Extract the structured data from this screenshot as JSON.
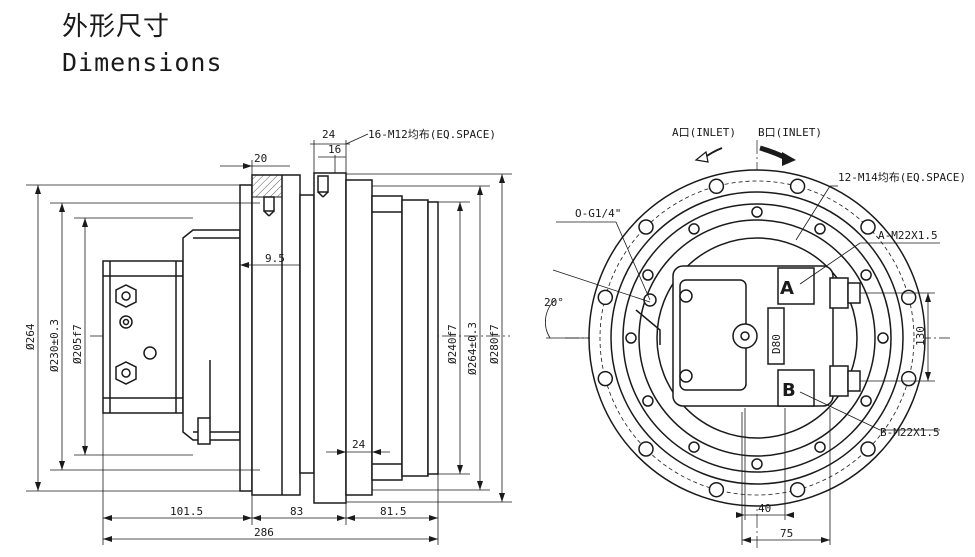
{
  "header": {
    "title_cn": "外形尺寸",
    "title_en": "Dimensions"
  },
  "side_view": {
    "dims": {
      "d24_top": "24",
      "d16": "16",
      "d20": "20",
      "bolts": "16-M12均布(EQ.SPACE)",
      "d9_5": "9.5",
      "d24_bottom": "24",
      "phi264": "Ø264",
      "phi230": "Ø230±0.3",
      "phi205": "Ø205f7",
      "phi240": "Ø240f7",
      "phi264b": "Ø264±0.3",
      "phi280": "Ø280f7",
      "d101_5": "101.5",
      "d83": "83",
      "d81_5": "81.5",
      "d286": "286"
    }
  },
  "front_view": {
    "labels": {
      "port_a": "A口(INLET)",
      "port_b": "B口(INLET)",
      "bolts": "12-M14均布(EQ.SPACE)",
      "ogauge": "O-G1/4\"",
      "a_thread": "A-M22X1.5",
      "b_thread": "B-M22X1.5",
      "angle": "20°",
      "d130": "130",
      "d40": "40",
      "d75": "75",
      "letter_a": "A",
      "letter_b": "B",
      "model": "D80"
    }
  }
}
